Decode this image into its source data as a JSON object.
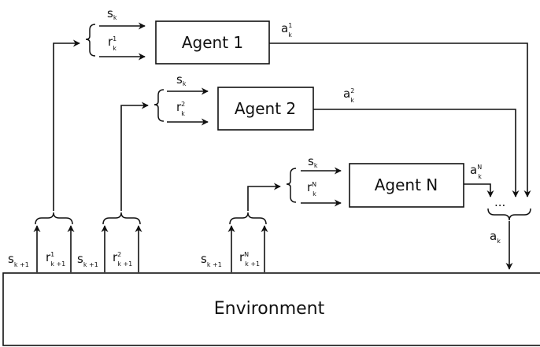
{
  "agents": [
    {
      "title": "Agent 1",
      "state": "s",
      "state_sub": "k",
      "reward": "r",
      "reward_sup": "1",
      "reward_sub": "k",
      "action": "a",
      "action_sup": "1",
      "action_sub": "k"
    },
    {
      "title": "Agent 2",
      "state": "s",
      "state_sub": "k",
      "reward": "r",
      "reward_sup": "2",
      "reward_sub": "k",
      "action": "a",
      "action_sup": "2",
      "action_sub": "k"
    },
    {
      "title": "Agent N",
      "state": "s",
      "state_sub": "k",
      "reward": "r",
      "reward_sup": "N",
      "reward_sub": "k",
      "action": "a",
      "action_sup": "N",
      "action_sub": "k"
    }
  ],
  "environment": {
    "title": "Environment"
  },
  "joint_action": {
    "label": "a",
    "sub": "k",
    "ellipsis": "..."
  },
  "feedback": [
    {
      "s": "s",
      "s_sub": "k +1",
      "r": "r",
      "r_sup": "1",
      "r_sub": "k +1"
    },
    {
      "s": "s",
      "s_sub": "k +1",
      "r": "r",
      "r_sup": "2",
      "r_sub": "k +1"
    },
    {
      "s": "s",
      "s_sub": "k +1",
      "r": "r",
      "r_sup": "N",
      "r_sub": "k +1"
    }
  ]
}
